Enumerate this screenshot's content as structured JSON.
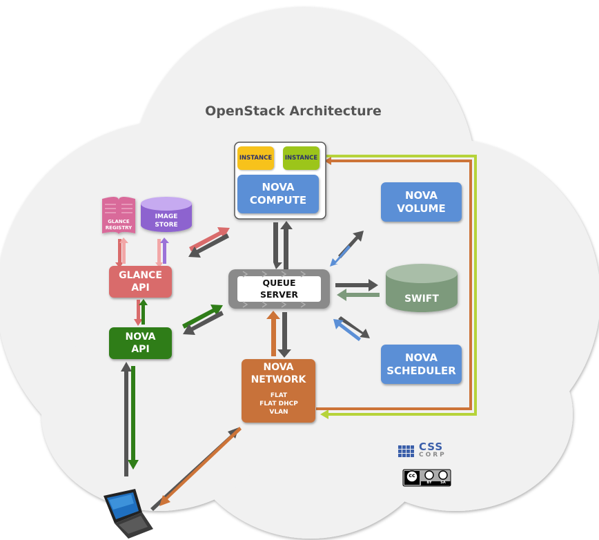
{
  "title": "OpenStack Architecture",
  "nodes": {
    "instance_1": "INSTANCE",
    "instance_2": "INSTANCE",
    "nova_compute": [
      "NOVA",
      "COMPUTE"
    ],
    "nova_volume": [
      "NOVA",
      "VOLUME"
    ],
    "swift": "SWIFT",
    "nova_scheduler": [
      "NOVA",
      "SCHEDULER"
    ],
    "queue_server": [
      "QUEUE",
      "SERVER"
    ],
    "glance_api": [
      "GLANCE",
      "API"
    ],
    "nova_api": [
      "NOVA",
      "API"
    ],
    "glance_registry": [
      "GLANCE",
      "REGISTRY"
    ],
    "image_store": [
      "IMAGE",
      "STORE"
    ],
    "nova_network": [
      "NOVA",
      "NETWORK"
    ],
    "network_modes": [
      "FLAT",
      "FLAT DHCP",
      "VLAN"
    ]
  },
  "logos": {
    "company": [
      "CSS",
      "CORP"
    ],
    "license": [
      "cc",
      "BY",
      "SA"
    ]
  },
  "colors": {
    "cloud": "#f1f1f1",
    "blue": "#5b8fd6",
    "green_box": "#2f7d18",
    "swift": "#7d9a7c",
    "glance": "#d96b6b",
    "network": "#c8723a",
    "instance_yellow": "#f7c21b",
    "instance_lime": "#9cc51a",
    "lime_line": "#b6d33a",
    "orange_line": "#cd7438",
    "dark_arrow": "#4a4a4a"
  }
}
